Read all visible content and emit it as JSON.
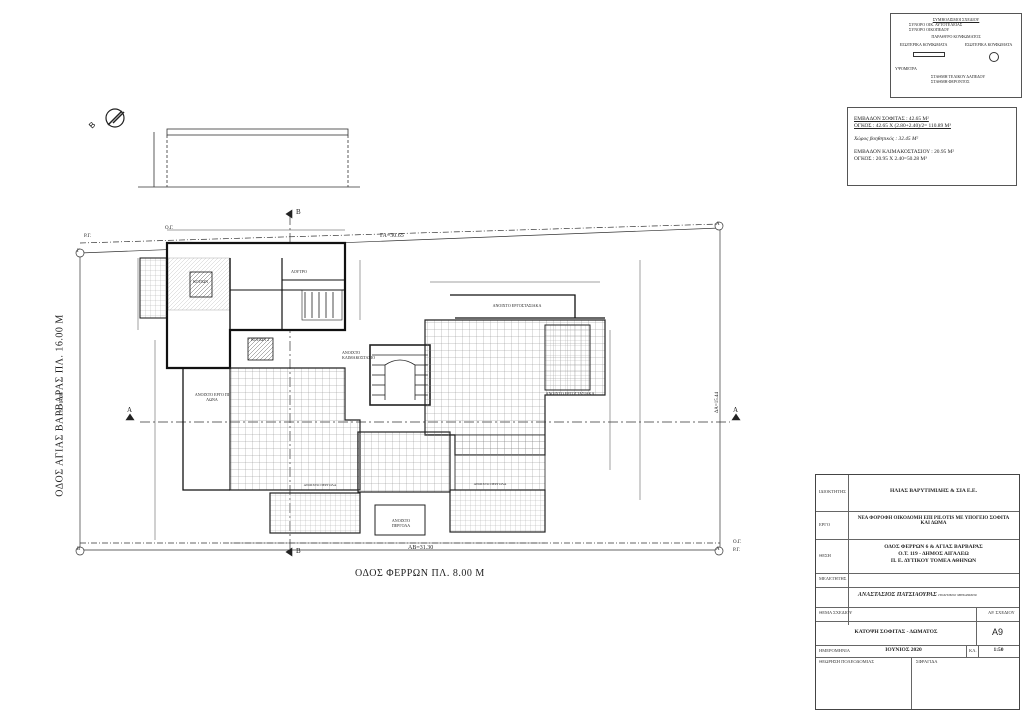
{
  "drawing": {
    "north_label": "B",
    "street_bottom": "ΟΔΟΣ ΦΕΡΡΩΝ ΠΛ. 8.00 Μ",
    "street_left": "ΟΔΟΣ ΑΓΙΑΣ ΒΑΡΒΑΡΑΣ ΠΛ. 16.00 Μ",
    "section_marks": [
      "A",
      "A",
      "B",
      "B"
    ],
    "grid_labels": [
      "Γ",
      "Α",
      "Β",
      "Α"
    ],
    "line_labels": [
      "Ο.Γ.",
      "Ρ.Γ.",
      "Ο.Γ.",
      "Ρ.Γ."
    ],
    "dims": {
      "ga": "ΓΑ=30.65",
      "ab": "ΑΒ=31.30",
      "bg": "ΒΓ=14.36",
      "da": "ΔΑ=15.44"
    },
    "rooms": {
      "room1": "ΚΟΙΤΩΝ",
      "room2": "ΚΟΙΤΩΝ 2",
      "bath": "ΛΟΥΤΡΟ",
      "stairs": "ΑΝΟΙΧΤΟ ΚΛΙΜΑΚΟΣΤΑΣΙΟ",
      "roof1": "ΑΝΟΙΧΤΟ ΕΡΓΟ ΠΙ ΛΩΝΑ",
      "roof2": "ΑΝΟΙΧΤΟ ΕΡΓΟΣΤΑΣΙΑΚΑ",
      "terrace": "ΑΝΟΙΧΤΟ ΕΡΓΟΣΤΑΣΙΑΚΑ",
      "pergola": "ΑΝΟΙΧΤΟ ΠΕΡΓΟΛΑ",
      "pergola2": "ΑΝΟΙΧΤΟ ΠΕΡΓΟΛΑ",
      "pergola3": "ΑΝΟΙΧΤΟ ΠΕΡΓΟΛΑ"
    }
  },
  "legend": {
    "title": "ΣΥΜΒΟΛΙΣΜΟΙ ΣΧΕΔΙΟΥ",
    "items": [
      "ΣΥΝΟΡΟ ΟΙΚ. ΑΥΤΟΤΕΛΕΙΑΣ",
      "ΣΥΝΟΡΟ ΟΙΚΟΠΕΔΟΥ",
      "ΠΑΡΑΘΥΡΟ ΚΟΥΦΩΜΑΤΟΣ",
      "ΕΞΩΤΕΡΙΚΑ ΚΟΥΦΩΜΑΤΑ",
      "ΕΣΩΤΕΡΙΚΑ ΚΟΥΦΩΜΑΤΑ",
      "ΥΨΟΜΕΤΡΑ",
      "ΣΤΑΘΜΗ ΤΕΛΙΚΟΥ ΔΑΠΕΔΟΥ",
      "ΣΤΑΘΜΗ ΦΕΡΟΝΤΟΣ"
    ]
  },
  "areas": {
    "line1": "ΕΜΒΑΔΟΝ ΣΟΦΙΤΑΣ : 42.65 Μ²",
    "line2": "ΟΓΚΟΣ : 42.65 Χ (2.80+2.40)/2= 110.89 Μ³",
    "line3": "Χώρος βοηθητικός : 32.45 Μ²",
    "line4": "ΕΜΒΑΔΟΝ ΚΛΙΜΑΚΟΣΤΑΣΙΟΥ : 20.95 Μ²",
    "line5": "ΟΓΚΟΣ : 20.95 Χ 2.40=50.28 Μ³"
  },
  "titleblock": {
    "owner_label": "ΙΔΙΟΚΤΗΤΗΣ",
    "owner": "ΗΛΙΑΣ ΒΑΡΥΤΙΜΙΔΗΣ & ΣΙΑ Ε.Ε.",
    "project_label": "ΕΡΓΟ",
    "project": "ΝΕΑ ΦΟΡΟΦΗ ΟΙΚΟΔΟΜΗ ΕΠΙ PILOTIS ΜΕ ΥΠΟΓΕΙΟ ΣΟΦΙΤΑ ΚΑΙ ΔΩΜΑ",
    "site_label": "ΘΕΣΗ",
    "site1": "ΟΔΟΣ ΦΕΡΡΩΝ 6 & ΑΓΙΑΣ ΒΑΡΒΑΡΑΣ",
    "site2": "Ο.Τ. 119 - ΔΗΜΟΣ ΑΙΓΑΛΕΩ",
    "site3": "Π. Ε. ΔΥΤΙΚΟΥ ΤΟΜΕΑ ΑΘΗΝΩΝ",
    "engineer_label": "ΜΕΛΕΤΗΤΗΣ",
    "engineer": "ΑΝΑΣΤΑΣΙΟΣ ΠΑΤΣΙΑΟΥΡΑΣ",
    "engineer_title": "ΠΟΛΙΤΙΚΟΣ ΜΗΧΑΝΙΚΟΣ",
    "subject_label": "ΘΕΜΑ ΣΧΕΔΙΟΥ",
    "drawing_no_label": "ΑΡ. ΣΧΕΔΙΟΥ",
    "subject": "ΚΑΤΟΨΗ ΣΟΦΙΤΑΣ - ΔΩΜΑΤΟΣ",
    "drawing_no": "Α9",
    "date_label": "ΗΜΕΡΟΜΗΝΙΑ",
    "date": "ΙΟΥΝΙΟΣ 2020",
    "scale_label": "ΚΛ.",
    "scale": "1:50",
    "check_label": "ΘΕΩΡΗΣΗ ΠΟΛΕΟΔΟΜΙΑΣ",
    "stamp_label": "ΣΦΡΑΓΙΔΑ"
  }
}
